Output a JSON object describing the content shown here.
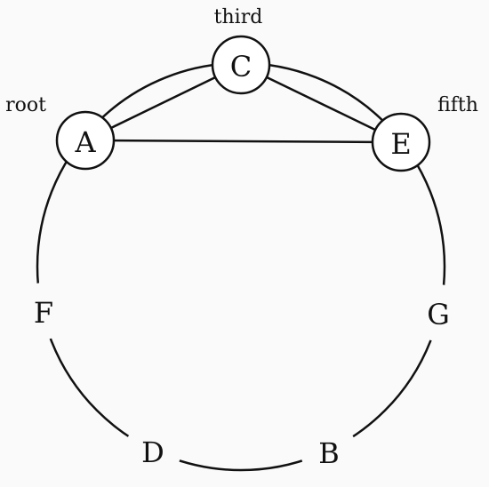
{
  "diagram": {
    "colors": {
      "background": "#fafafa",
      "stroke": "#111111",
      "node_fill": "#ffffff",
      "text": "#111111"
    },
    "notes": [
      {
        "id": "C",
        "letter": "C",
        "role": "third",
        "highlighted": true
      },
      {
        "id": "E",
        "letter": "E",
        "role": "fifth",
        "highlighted": true
      },
      {
        "id": "G",
        "letter": "G",
        "role": "",
        "highlighted": false
      },
      {
        "id": "B",
        "letter": "B",
        "role": "",
        "highlighted": false
      },
      {
        "id": "D",
        "letter": "D",
        "role": "",
        "highlighted": false
      },
      {
        "id": "F",
        "letter": "F",
        "role": "",
        "highlighted": false
      },
      {
        "id": "A",
        "letter": "A",
        "role": "root",
        "highlighted": true
      }
    ],
    "chord_edges": [
      {
        "from": "A",
        "to": "C"
      },
      {
        "from": "C",
        "to": "E"
      },
      {
        "from": "A",
        "to": "E"
      }
    ]
  }
}
